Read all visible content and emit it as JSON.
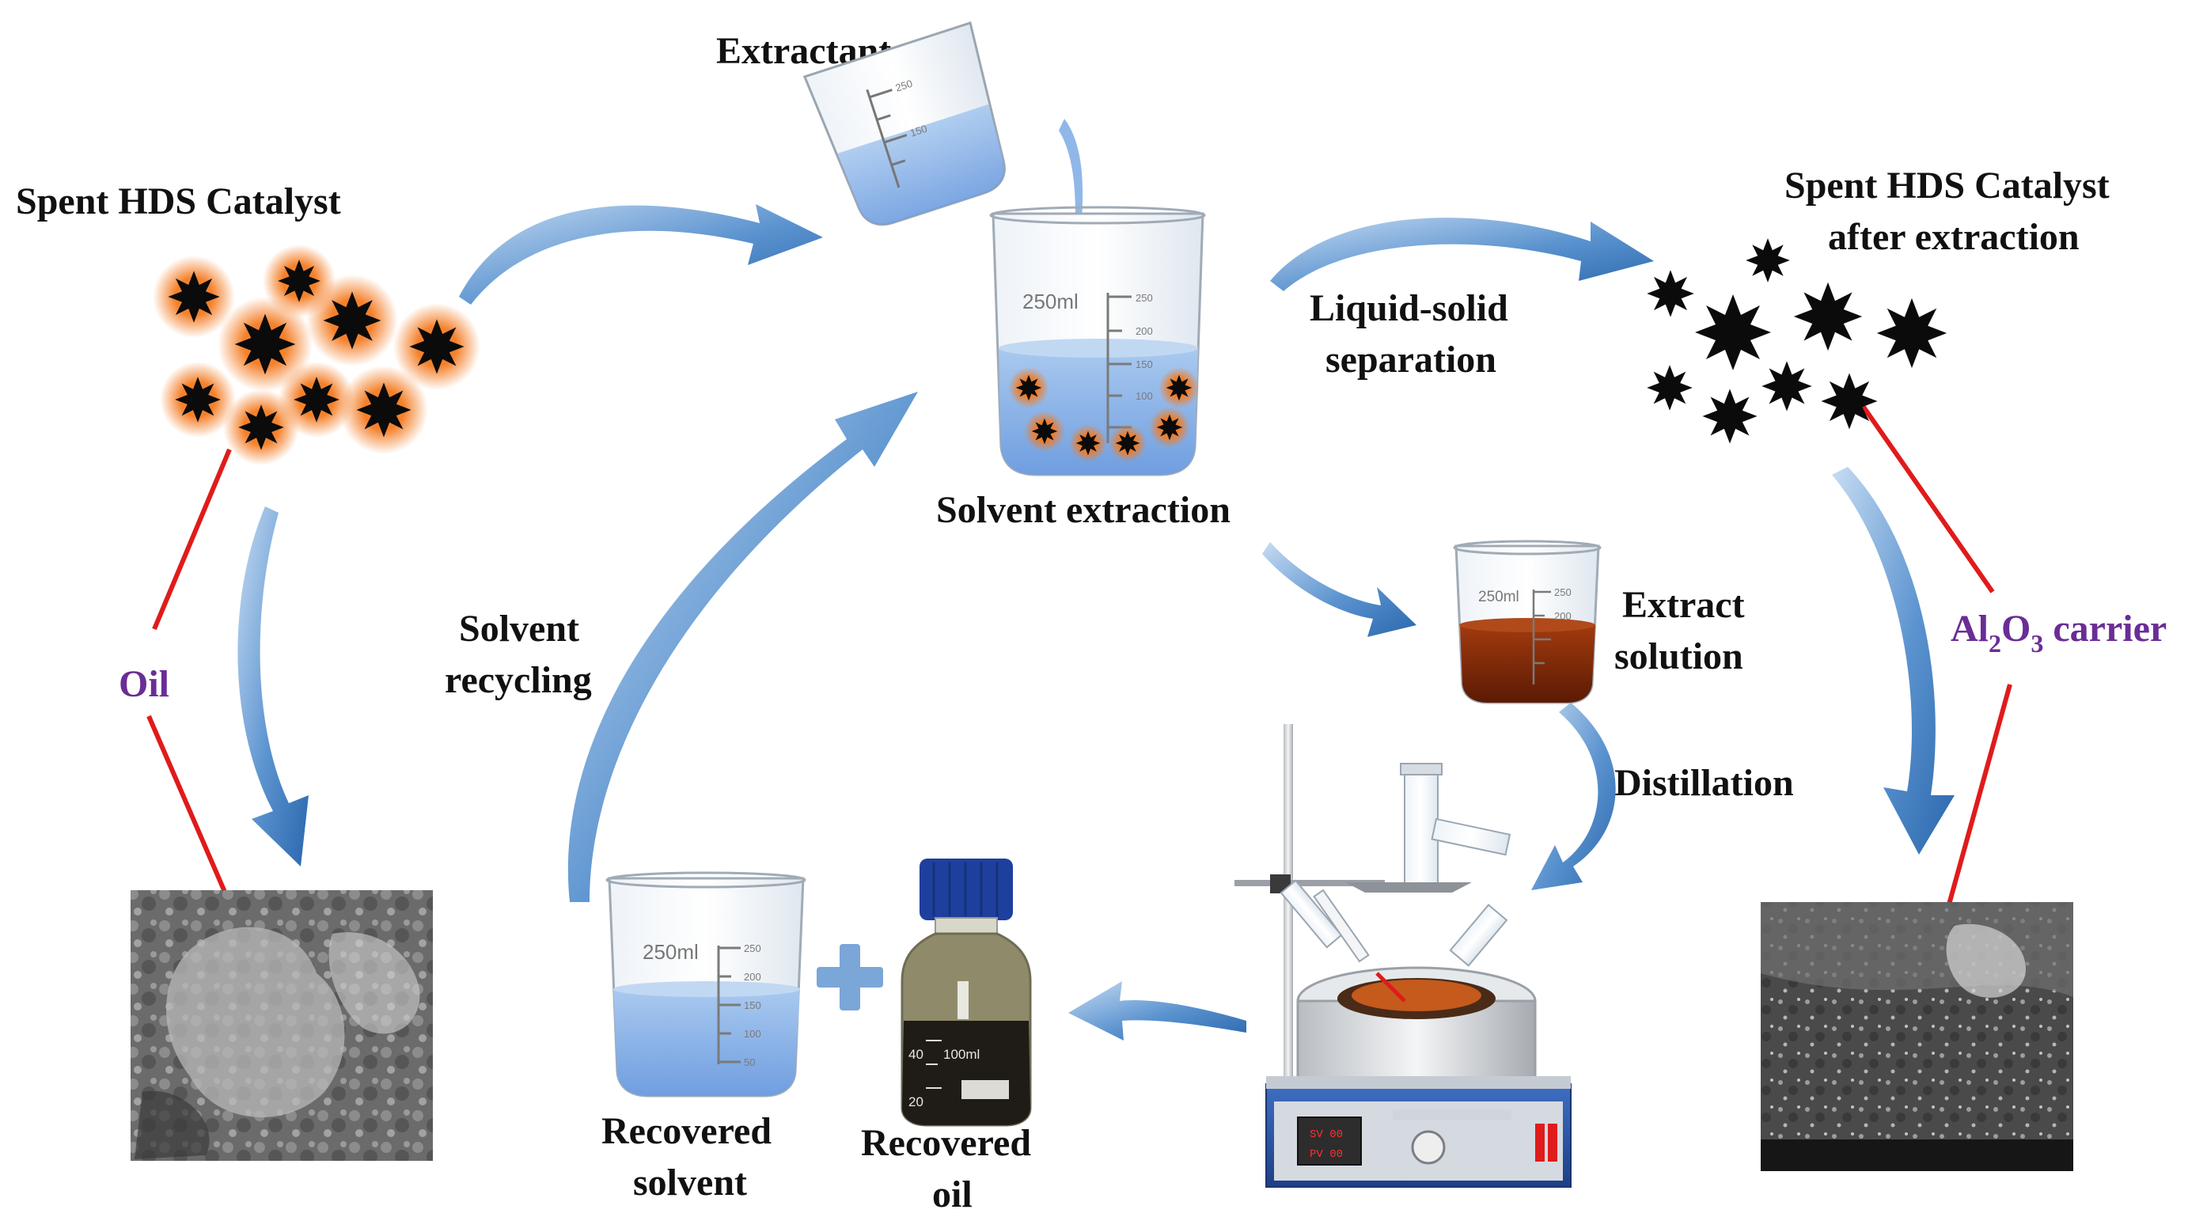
{
  "labels": {
    "spent_catalyst": "Spent HDS Catalyst",
    "extractant": "Extractant",
    "spent_after_line1": "Spent HDS Catalyst",
    "spent_after_line2": "after extraction",
    "liquid_solid_line1": "Liquid-solid",
    "liquid_solid_line2": "separation",
    "solvent_extraction": "Solvent extraction",
    "extract_solution_line1": "Extract",
    "extract_solution_line2": "solution",
    "distillation": "Distillation",
    "solvent_recycling_line1": "Solvent",
    "solvent_recycling_line2": "recycling",
    "oil": "Oil",
    "al2o3_prefix": "Al",
    "al2o3_sub1": "2",
    "al2o3_mid": "O",
    "al2o3_sub2": "3",
    "al2o3_suffix": " carrier",
    "recovered_solvent_line1": "Recovered",
    "recovered_solvent_line2": "solvent",
    "recovered_oil_line1": "Recovered",
    "recovered_oil_line2": "oil"
  },
  "beakers": {
    "capacity": "250ml",
    "ticks": [
      "250",
      "200",
      "150",
      "100",
      "50"
    ]
  },
  "bottle": {
    "capacity": "100ml",
    "ticks": [
      "40",
      "20"
    ]
  },
  "heater": {
    "display_top": "SV 00",
    "display_bottom": "PV 00"
  },
  "colors": {
    "arrow": "#3b78b8",
    "connector_line": "#e01b1b",
    "label_accent": "#6a2d96",
    "particle_glow": "#f47a20",
    "solvent_blue": "#8fb8e8",
    "extract_brown": "#8a2a08"
  }
}
